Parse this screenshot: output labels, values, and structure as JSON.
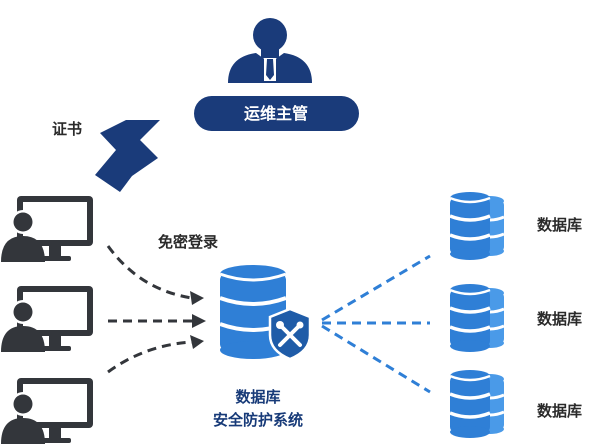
{
  "manager": {
    "label": "运维主管"
  },
  "certificate_label": "证书",
  "passwordless_label": "免密登录",
  "center": {
    "line1": "数据库",
    "line2": "安全防护系统"
  },
  "databases": [
    {
      "label": "数据库"
    },
    {
      "label": "数据库"
    },
    {
      "label": "数据库"
    }
  ],
  "clients_count": 3,
  "colors": {
    "navy": "#1a3b7a",
    "blue": "#2f7fd6",
    "blue_light": "#4a9ae8",
    "dark": "#33363b",
    "shield": "#1f5ca8"
  }
}
